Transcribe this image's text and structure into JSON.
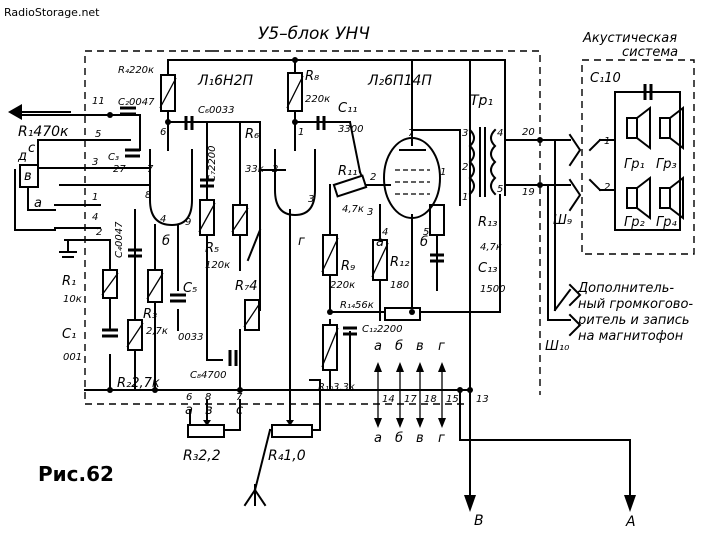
{
  "watermark": "RadioStorage.net",
  "block_title": "У5–блок УНЧ",
  "figure_label": "Рис.62",
  "speaker_system_title_1": "Акустическая",
  "speaker_system_title_2": "система",
  "external_note_1": "Дополнитель-",
  "external_note_2": "ный громкогово-",
  "external_note_3": "ритель и запись",
  "external_note_4": "на магнитофон",
  "tubes": {
    "l1": "Л₁6Н2П",
    "l2": "Л₂6П14П"
  },
  "transformer": "Тр₁",
  "connectors": {
    "sh9": "Ш₉",
    "sh10": "Ш₁₀"
  },
  "resistors": {
    "r1_top": "R₁470к",
    "r1": "R₁",
    "r1_val": "10к",
    "r2": "R₂2,7к",
    "r3": "R₃",
    "r3_val": "2,7к",
    "r4": "R₄220к",
    "r5": "R₅",
    "r5_val": "120к",
    "r6": "R₆",
    "r6_val": "33к",
    "r7": "R₇4",
    "r8": "R₈",
    "r8_val": "220к",
    "r9": "R₉",
    "r9_val": "220к",
    "r10": "R₁₀3,3к",
    "r11": "R₁₁",
    "r11_val": "4,7к",
    "r12": "R₁₂",
    "r12_val": "180",
    "r13": "R₁₃",
    "r13_val": "4,7к",
    "r14": "R₁₄56к"
  },
  "capacitors": {
    "c1": "C₁",
    "c1_val": "001",
    "c2": "C₂0047",
    "c3": "C₃",
    "c3_val": "27",
    "c4": "C₄0047",
    "c5": "C₅",
    "c5_val": "0033",
    "c6": "C₆0033",
    "c7": "C₇2200",
    "c8": "C₈4700",
    "c11": "C₁₁",
    "c11_val": "3300",
    "c12": "C₁₂2200",
    "c13": "C₁₃",
    "c13_val": "1500",
    "c_spk": "C₁10"
  },
  "pots": {
    "r3": "R₃2,2",
    "r4": "R₄1,0"
  },
  "speakers": [
    "Гр₁",
    "Гр₂",
    "Гр₃",
    "Гр₄"
  ],
  "pins": {
    "p11": "11",
    "p5": "5",
    "p3": "3",
    "p1": "1",
    "p4": "4",
    "p2": "2",
    "t6": "6",
    "t7": "7",
    "t8": "8",
    "t9": "9",
    "t4": "4",
    "t1": "1",
    "t2": "2",
    "t3": "3",
    "v7": "7",
    "v3": "3",
    "v2": "2",
    "v4": "4",
    "v5": "5",
    "v1": "1",
    "tr3": "3",
    "tr2": "2",
    "tr1": "1",
    "tr4": "4",
    "tr5": "5",
    "c20": "20",
    "c19": "19",
    "sp1": "1",
    "sp2": "2",
    "b6": "6",
    "b8": "8",
    "b7": "7",
    "b14": "14",
    "b17": "17",
    "b18": "18",
    "b15": "15",
    "b13": "13"
  },
  "letters": {
    "left_c": "с",
    "left_b": "в",
    "left_a": "а",
    "left_d": "д",
    "a": "а",
    "b": "б",
    "v": "в",
    "g": "г",
    "a2": "а",
    "b2": "б",
    "v2": "в",
    "g2": "г",
    "sa": "а",
    "sv": "в",
    "sc": "с",
    "tube_b": "б",
    "tube_g": "г",
    "out_a": "а",
    "out_b": "б"
  },
  "outputs": {
    "B": "В",
    "A": "А"
  }
}
